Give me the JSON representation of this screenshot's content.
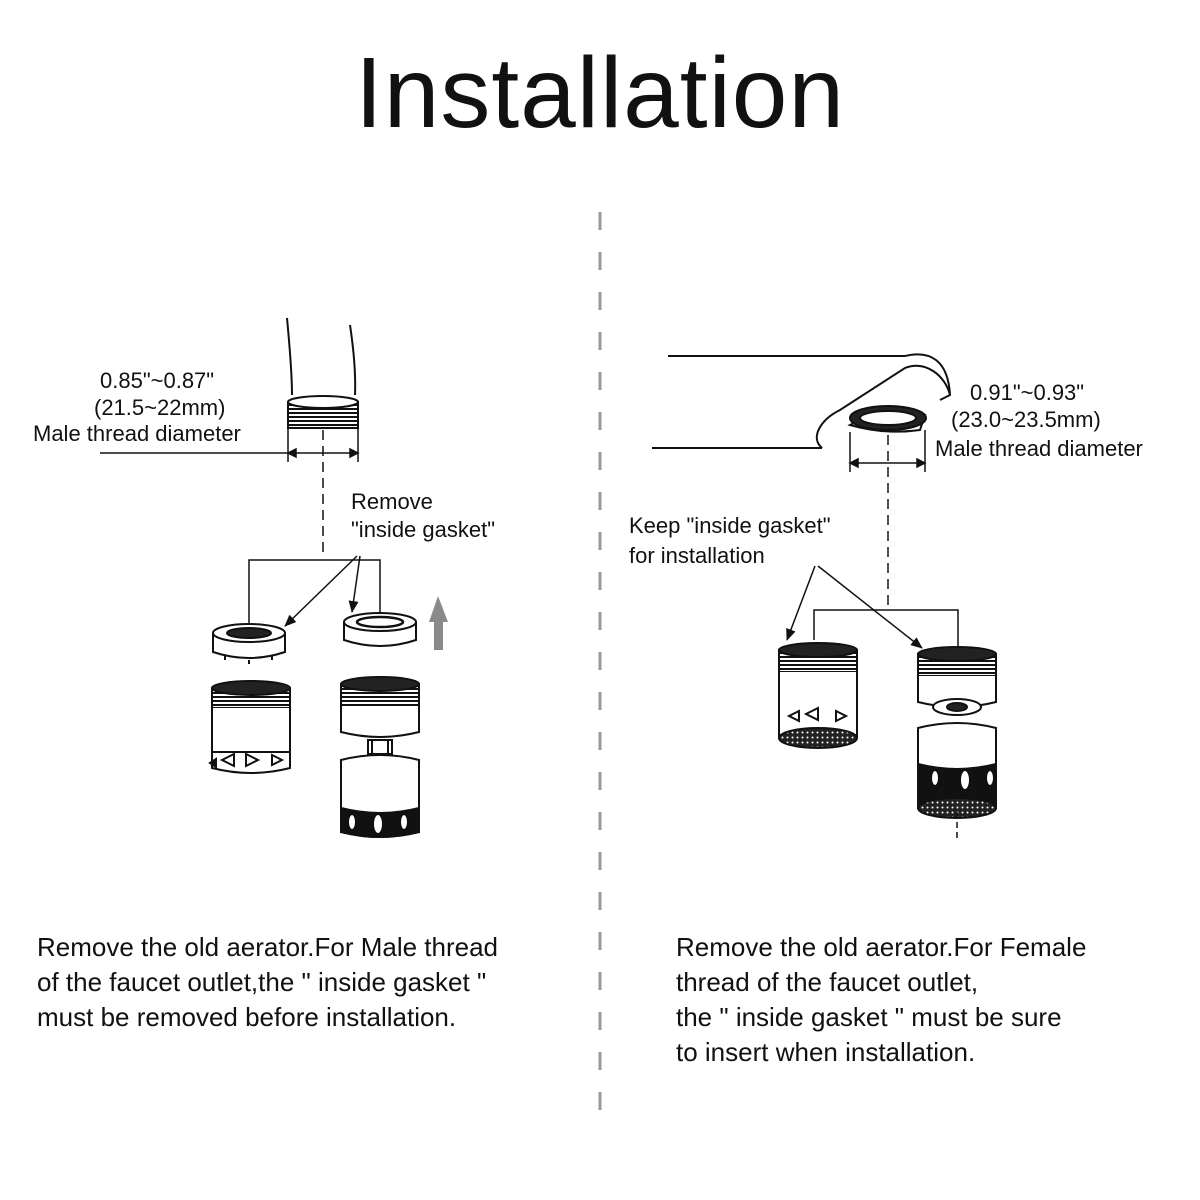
{
  "title": "Installation",
  "left": {
    "dimension_line1": "0.85\"~0.87\"",
    "dimension_line2": "(21.5~22mm)",
    "dimension_line3": "Male thread diameter",
    "callout_line1": "Remove",
    "callout_line2": "\"inside gasket\"",
    "caption_line1": "Remove the old aerator.For Male thread",
    "caption_line2": "of the faucet outlet,the \" inside gasket \"",
    "caption_line3": "must be removed before installation."
  },
  "right": {
    "dimension_line1": "0.91\"~0.93\"",
    "dimension_line2": "(23.0~23.5mm)",
    "dimension_line3": "Male thread diameter",
    "callout_line1": "Keep \"inside gasket\"",
    "callout_line2": "for installation",
    "caption_line1": "Remove the old aerator.For Female",
    "caption_line2": "thread of the faucet outlet,",
    "caption_line3": "the \" inside gasket \" must be sure",
    "caption_line4": "to insert when installation."
  },
  "colors": {
    "ink": "#111111",
    "arrow": "#8a8a8a",
    "divider": "#999999"
  }
}
